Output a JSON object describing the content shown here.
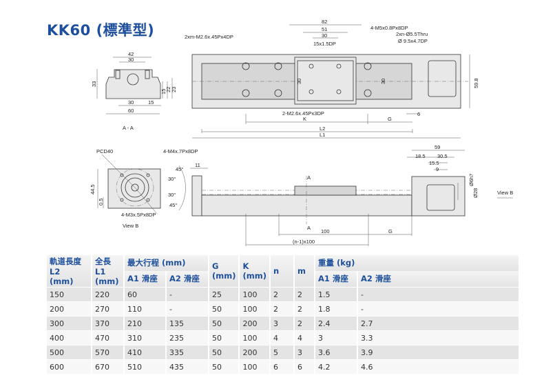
{
  "title": "KK60 (標準型)",
  "drawing": {
    "top_view": {
      "labels": {
        "holes_rail": "2xm-M2.6x.45Px4DP",
        "dim_82": "82",
        "dim_51": "51",
        "dim_30": "30",
        "dim_15x15": "15x1.5DP",
        "carriage_holes": "4-M5x0.8Px8DP",
        "thru_holes_1": "2xn-Ø5.5Thru",
        "thru_holes_2": "Ø 9.5x4.7DP",
        "dim_30_left": "30",
        "dim_30_right": "30",
        "bottom_holes": "2-M2.6x.45Px3DP",
        "dim_6": "6",
        "K": "K",
        "G": "G",
        "L2": "L2",
        "L1": "L1",
        "dim_59_8": "59.8"
      }
    },
    "section_aa": {
      "dim_42": "42",
      "dim_30_top": "30",
      "dim_33": "33",
      "dim_15": "15",
      "dim_22": "22",
      "dim_23": "23",
      "dim_30_bottom": "30",
      "dim_15_bottom": "15",
      "dim_60": "60",
      "caption": "A - A"
    },
    "view_b": {
      "pcd": "PCD40",
      "holes_top": "4-M4x.7Px8DP",
      "holes_bottom": "4-M3x.5Px8DP",
      "angle_45a": "45°",
      "angle_30a": "30°",
      "angle_30b": "30°",
      "angle_45b": "45°",
      "dim_44_5": "44.5",
      "dim_0_5": "0.5",
      "caption": "View B"
    },
    "side_view": {
      "dim_11": "11",
      "dim_59": "59",
      "dim_18_5": "18.5",
      "dim_30_5": "30.5",
      "dim_15_5": "15.5",
      "dim_9": "9",
      "dim_phi6": "Ø6h7",
      "dim_phi28": "Ø28",
      "view_b": "View B",
      "section_a_top": "A",
      "section_a_bottom": "A",
      "dim_100": "100",
      "G": "G",
      "pitch": "(n-1)x100"
    }
  },
  "table": {
    "headers": {
      "l2": "軌道長度 L2",
      "l2_unit": "(mm)",
      "l1": "全長 L1",
      "l1_unit": "(mm)",
      "stroke": "最大行程 (mm)",
      "stroke_a1": "A1 滑座",
      "stroke_a2": "A2 滑座",
      "g": "G (mm)",
      "k": "K (mm)",
      "n": "n",
      "m": "m",
      "weight": "重量 (kg)",
      "weight_a1": "A1 滑座",
      "weight_a2": "A2 滑座"
    },
    "rows": [
      [
        "150",
        "220",
        "60",
        "-",
        "25",
        "100",
        "2",
        "2",
        "1.5",
        "-"
      ],
      [
        "200",
        "270",
        "110",
        "-",
        "50",
        "100",
        "2",
        "2",
        "1.8",
        "-"
      ],
      [
        "300",
        "370",
        "210",
        "135",
        "50",
        "200",
        "3",
        "2",
        "2.4",
        "2.7"
      ],
      [
        "400",
        "470",
        "310",
        "235",
        "50",
        "100",
        "4",
        "4",
        "3",
        "3.3"
      ],
      [
        "500",
        "570",
        "410",
        "335",
        "50",
        "200",
        "5",
        "3",
        "3.6",
        "3.9"
      ],
      [
        "600",
        "670",
        "510",
        "435",
        "50",
        "100",
        "6",
        "6",
        "4.2",
        "4.6"
      ]
    ]
  }
}
